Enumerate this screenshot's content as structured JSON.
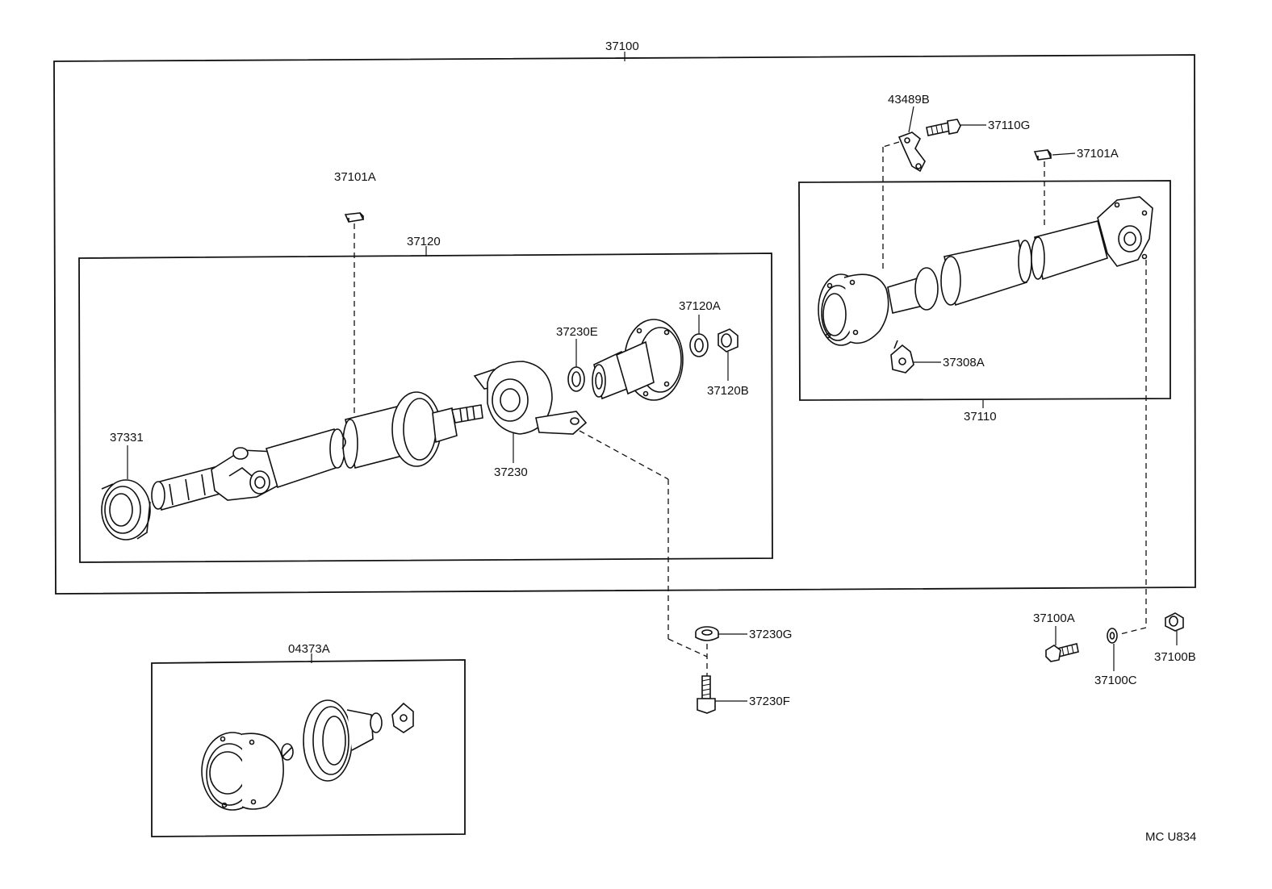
{
  "labels": {
    "assembly": "37100",
    "rear_shaft": "37120",
    "front_shaft": "37110",
    "joint_kit": "04373A",
    "bearing_rear": "37101A",
    "bearing_front": "37101A",
    "bolt_plate": "43489B",
    "bolt": "37110G",
    "clip": "37308A",
    "seal": "37331",
    "center_support": "37230",
    "snap_ring_e": "37230E",
    "washer_a": "37120A",
    "nut_b": "37120B",
    "washer_g": "37230G",
    "bolt_f": "37230F",
    "bolt_a": "37100A",
    "washer_c": "37100C",
    "nut_b2": "37100B",
    "diagram_code": "MC U834"
  }
}
